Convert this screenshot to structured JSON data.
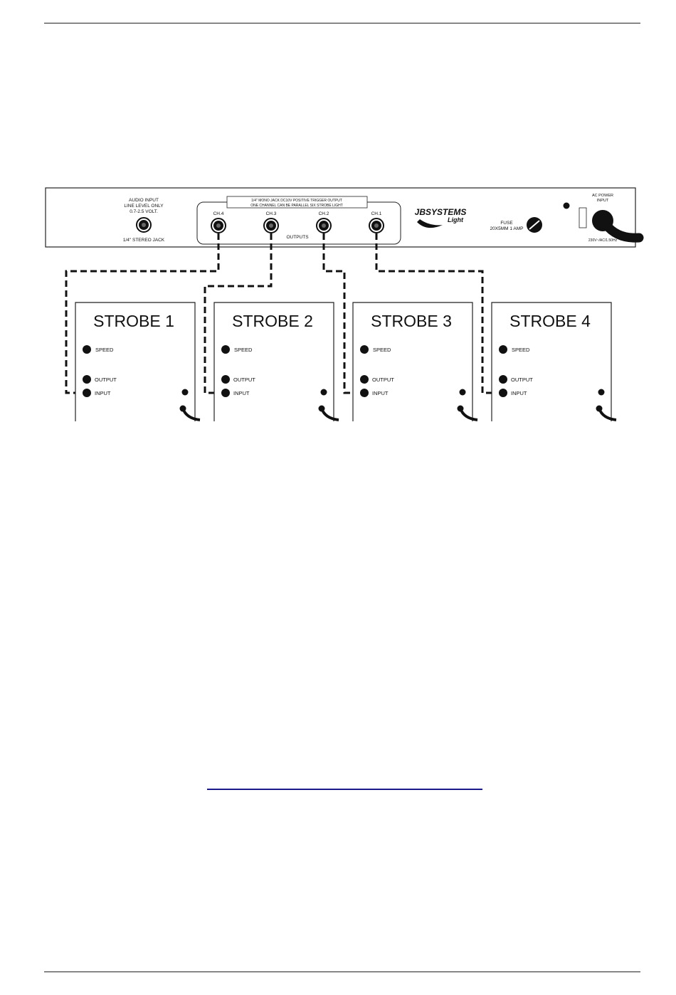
{
  "panel": {
    "audio_input_lines": [
      "AUDIO INPUT",
      "LINE LEVEL ONLY",
      "0.7-2.5 VOLT."
    ],
    "jack_label": "1/4\" STEREO JACK",
    "trigger_note_lines": [
      "1/4\" MONO JACK DC10V POSITIVE TRIGGER OUTPUT",
      "ONE CHANNEL CAN BE PARALLEL SIX STROBE LIGHT"
    ],
    "channels": [
      "CH.4",
      "CH.3",
      "CH.2",
      "CH.1"
    ],
    "outputs_label": "OUTPUTS",
    "brand_name": "JBSYSTEMS",
    "brand_sub": "Light",
    "fuse_lines": [
      "FUSE",
      "20X5MM 1 AMP"
    ],
    "ac_power_lines": [
      "AC POWER",
      "INPUT"
    ],
    "voltage_label": "230V~/AC/1.50Hz"
  },
  "strobes": [
    {
      "title": "STROBE 1",
      "speed": "SPEED",
      "output": "OUTPUT",
      "input": "INPUT"
    },
    {
      "title": "STROBE 2",
      "speed": "SPEED",
      "output": "OUTPUT",
      "input": "INPUT"
    },
    {
      "title": "STROBE 3",
      "speed": "SPEED",
      "output": "OUTPUT",
      "input": "INPUT"
    },
    {
      "title": "STROBE 4",
      "speed": "SPEED",
      "output": "OUTPUT",
      "input": "INPUT"
    }
  ],
  "colors": {
    "ink": "#111111",
    "link": "#1a1a8c"
  }
}
